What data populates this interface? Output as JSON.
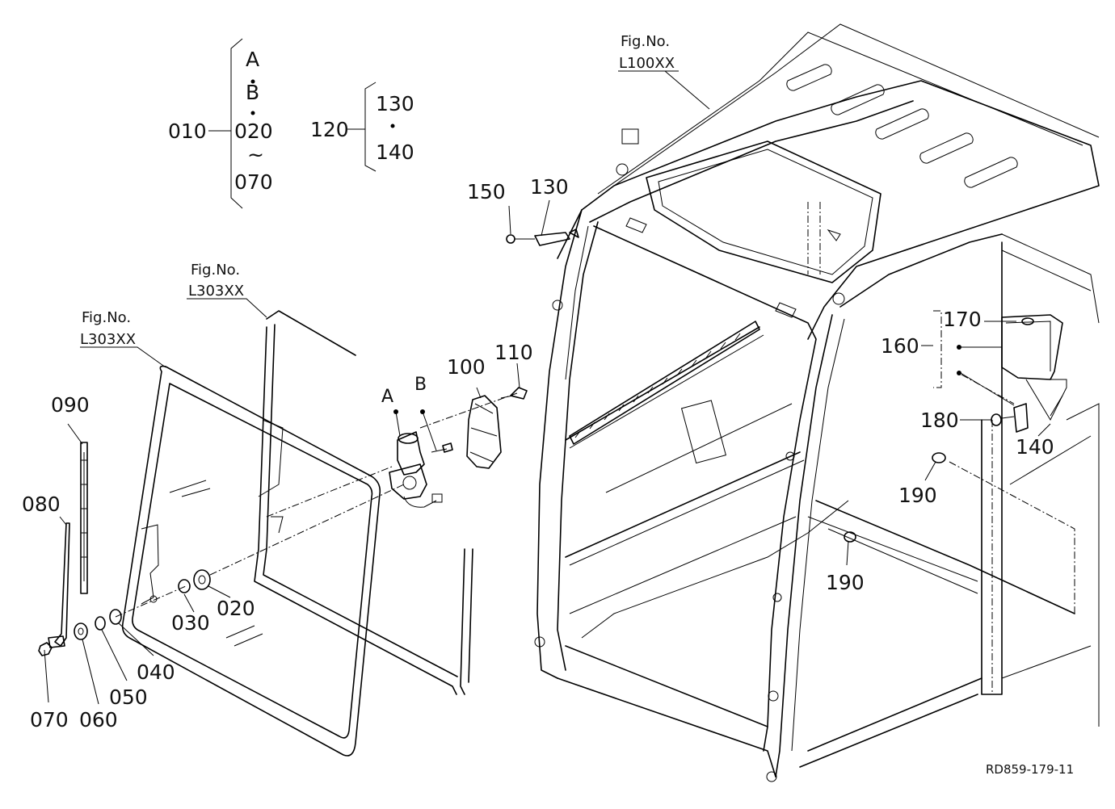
{
  "diagram_code": "RD859-179-11",
  "fig_refs": {
    "cab": {
      "label": "Fig.No.",
      "number": "L100XX"
    },
    "frame": {
      "label": "Fig.No.",
      "number": "L303XX"
    },
    "glass": {
      "label": "Fig.No.",
      "number": "L303XX"
    }
  },
  "legend": {
    "group_010": {
      "parent": "010",
      "a": "A",
      "b": "B",
      "first": "020",
      "tilde": "~",
      "last": "070"
    },
    "group_120": {
      "parent": "120",
      "first": "130",
      "last": "140"
    }
  },
  "parts": {
    "p020": "020",
    "p030": "030",
    "p040": "040",
    "p050": "050",
    "p060": "060",
    "p070": "070",
    "p080": "080",
    "p090": "090",
    "p100": "100",
    "p110": "110",
    "p130": "130",
    "p140": "140",
    "p150": "150",
    "p160": "160",
    "p170": "170",
    "p180": "180",
    "p190a": "190",
    "p190b": "190"
  },
  "motor_pins": {
    "a": "A",
    "b": "B"
  }
}
